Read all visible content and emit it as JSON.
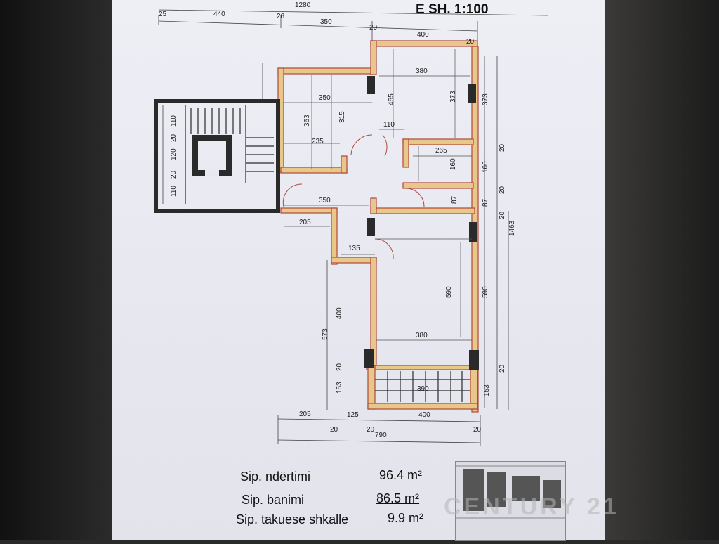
{
  "title": "E SH. 1:100",
  "dims_top": [
    "1280",
    "25",
    "440",
    "26",
    "350",
    "20",
    "400",
    "20"
  ],
  "dims_room": [
    "380",
    "350",
    "363",
    "315",
    "465",
    "373",
    "110",
    "235",
    "265",
    "160",
    "350",
    "87",
    "205",
    "135",
    "590",
    "400",
    "573",
    "380",
    "20",
    "153",
    "390"
  ],
  "dims_right": [
    "373",
    "20",
    "160",
    "20",
    "87",
    "20",
    "1463",
    "590",
    "20",
    "153"
  ],
  "dims_stair": [
    "110",
    "20",
    "120",
    "20",
    "110"
  ],
  "dims_bottom": [
    "205",
    "125",
    "400",
    "20",
    "20",
    "20",
    "790"
  ],
  "areas": [
    {
      "label": "Sip. ndërtimi",
      "value": "96.4 m²"
    },
    {
      "label": "Sip. banimi",
      "value": "86.5 m²"
    },
    {
      "label": "Sip. takuese shkalle",
      "value": "9.9 m²"
    }
  ],
  "watermark": "CENTURY 21",
  "colors": {
    "wall_fill": "#e8c88a",
    "wall_edge": "#b0483a",
    "stair": "#2a2a2a"
  }
}
